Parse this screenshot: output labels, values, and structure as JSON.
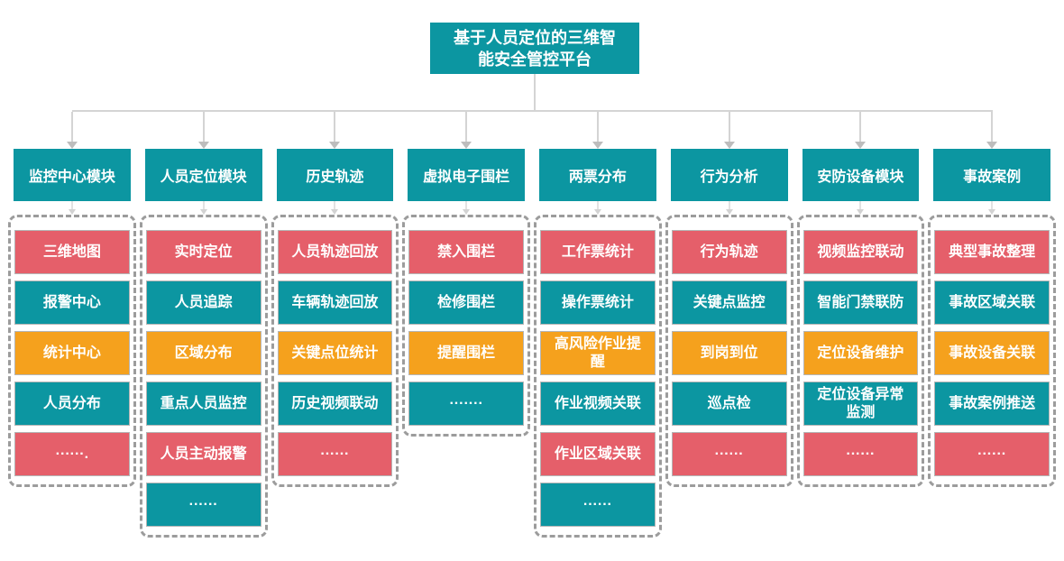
{
  "title": "基于人员定位的三维智能安全管控平台",
  "colors": {
    "node_teal": "#0c96a1",
    "node_red": "#e55f6a",
    "node_orange": "#f5a11d",
    "connector_line": "#d4d4d4",
    "group_dashed_border": "#9c9c9c",
    "text": "#ffffff"
  },
  "columns": [
    {
      "header": "监控中心模块",
      "items": [
        {
          "label": "三维地图",
          "color": "red"
        },
        {
          "label": "报警中心",
          "color": "teal"
        },
        {
          "label": "统计中心",
          "color": "orange"
        },
        {
          "label": "人员分布",
          "color": "teal"
        },
        {
          "label": "······.",
          "color": "red"
        }
      ]
    },
    {
      "header": "人员定位模块",
      "items": [
        {
          "label": "实时定位",
          "color": "red"
        },
        {
          "label": "人员追踪",
          "color": "teal"
        },
        {
          "label": "区域分布",
          "color": "orange"
        },
        {
          "label": "重点人员监控",
          "color": "teal"
        },
        {
          "label": "人员主动报警",
          "color": "red"
        },
        {
          "label": "······",
          "color": "teal"
        }
      ]
    },
    {
      "header": "历史轨迹",
      "items": [
        {
          "label": "人员轨迹回放",
          "color": "red"
        },
        {
          "label": "车辆轨迹回放",
          "color": "teal"
        },
        {
          "label": "关键点位统计",
          "color": "orange"
        },
        {
          "label": "历史视频联动",
          "color": "teal"
        },
        {
          "label": "······",
          "color": "red"
        }
      ]
    },
    {
      "header": "虚拟电子围栏",
      "items": [
        {
          "label": "禁入围栏",
          "color": "red"
        },
        {
          "label": "检修围栏",
          "color": "teal"
        },
        {
          "label": "提醒围栏",
          "color": "orange"
        },
        {
          "label": "·······",
          "color": "teal"
        }
      ]
    },
    {
      "header": "两票分布",
      "items": [
        {
          "label": "工作票统计",
          "color": "red"
        },
        {
          "label": "操作票统计",
          "color": "teal"
        },
        {
          "label": "高风险作业提醒",
          "color": "orange"
        },
        {
          "label": "作业视频关联",
          "color": "teal"
        },
        {
          "label": "作业区域关联",
          "color": "red"
        },
        {
          "label": "······",
          "color": "teal"
        }
      ]
    },
    {
      "header": "行为分析",
      "items": [
        {
          "label": "行为轨迹",
          "color": "red"
        },
        {
          "label": "关键点监控",
          "color": "teal"
        },
        {
          "label": "到岗到位",
          "color": "orange"
        },
        {
          "label": "巡点检",
          "color": "teal"
        },
        {
          "label": "······",
          "color": "red"
        }
      ]
    },
    {
      "header": "安防设备模块",
      "items": [
        {
          "label": "视频监控联动",
          "color": "red"
        },
        {
          "label": "智能门禁联防",
          "color": "teal"
        },
        {
          "label": "定位设备维护",
          "color": "orange"
        },
        {
          "label": "定位设备异常监测",
          "color": "teal"
        },
        {
          "label": "······",
          "color": "red"
        }
      ]
    },
    {
      "header": "事故案例",
      "items": [
        {
          "label": "典型事故整理",
          "color": "red"
        },
        {
          "label": "事故区域关联",
          "color": "teal"
        },
        {
          "label": "事故设备关联",
          "color": "orange"
        },
        {
          "label": "事故案例推送",
          "color": "teal"
        },
        {
          "label": "······",
          "color": "red"
        }
      ]
    }
  ]
}
